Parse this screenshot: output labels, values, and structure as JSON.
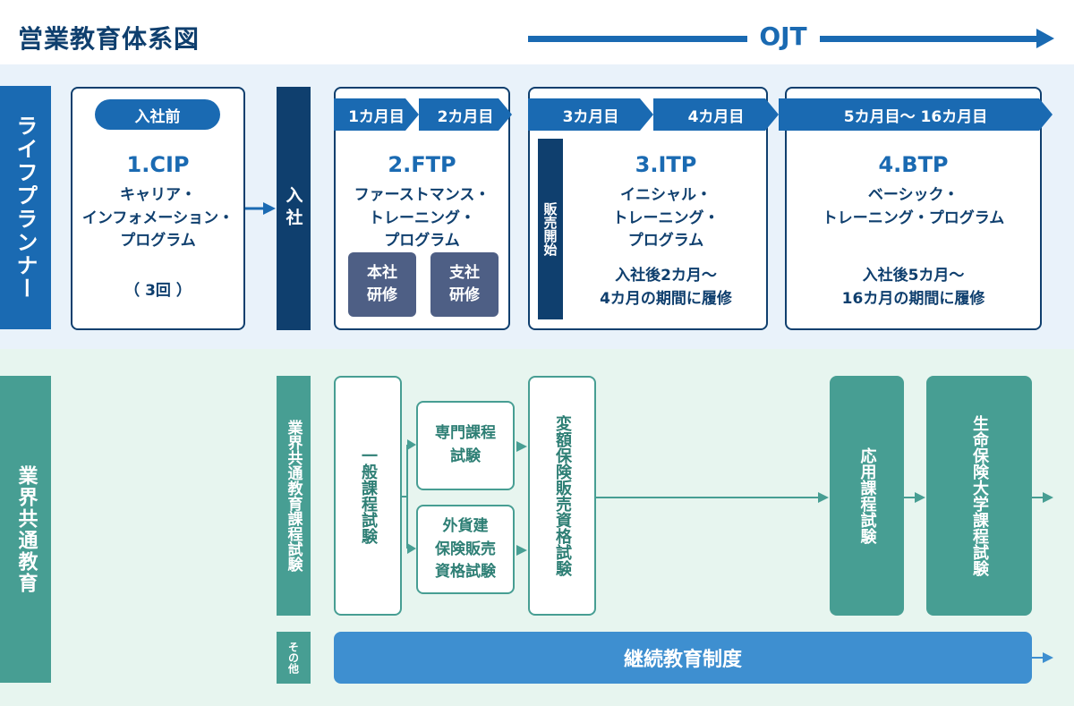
{
  "title": "営業教育体系図",
  "ojt_label": "OJT",
  "rows": {
    "life_planner": "ライフプランナー",
    "industry_common": "業界共通教育"
  },
  "nyusha": "入社",
  "cip": {
    "badge": "入社前",
    "code": "1.CIP",
    "name": "キャリア・\nインフォメーション・\nプログラム",
    "note": "（ 3回 ）"
  },
  "ftp": {
    "month1": "1カ月目",
    "month2": "2カ月目",
    "code": "2.FTP",
    "name": "ファーストマンス・\nトレーニング・\nプログラム",
    "honsha": "本社\n研修",
    "shisha": "支社\n研修"
  },
  "itp": {
    "month3": "3カ月目",
    "month4": "4カ月目",
    "sales_start": "販売開始",
    "code": "3.ITP",
    "name": "イニシャル・\nトレーニング・\nプログラム",
    "note": "入社後2カ月～\n4カ月の期間に履修"
  },
  "btp": {
    "months": "5カ月目～ 16カ月目",
    "code": "4.BTP",
    "name": "ベーシック・\nトレーニング・プログラム",
    "note": "入社後5カ月～\n16カ月の期間に履修"
  },
  "common_exam_label": "業界共通教育課程試験",
  "other_label": "その他",
  "exams": {
    "general": "一般課程試験",
    "specialist": "専門課程\n試験",
    "foreign": "外貨建\n保険販売\n資格試験",
    "variable": "変額保険販売資格試験",
    "applied": "応用課程試験",
    "university": "生命保険大学課程試験"
  },
  "continuing": "継続教育制度",
  "colors": {
    "navy": "#0f3f6e",
    "blue": "#1a6ab2",
    "teal": "#479e93",
    "slate": "#4e5f85",
    "continuing_bar": "#3e8fd0"
  }
}
